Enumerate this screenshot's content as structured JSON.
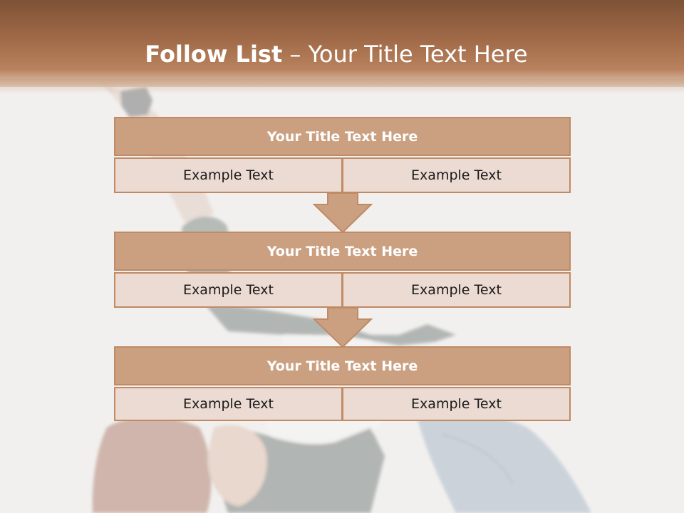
{
  "title": {
    "bold": "Follow List",
    "separator": " – ",
    "rest": "Your Title Text Here"
  },
  "colors": {
    "header": "#a06a48",
    "box_head": "#caa081",
    "box_cell": "#ecdbd3",
    "border": "#c08a64"
  },
  "steps": [
    {
      "title": "Your Title Text Here",
      "left": "Example Text",
      "right": "Example Text"
    },
    {
      "title": "Your Title Text Here",
      "left": "Example Text",
      "right": "Example Text"
    },
    {
      "title": "Your Title Text Here",
      "left": "Example Text",
      "right": "Example Text"
    }
  ],
  "icons": {
    "connector": "arrow-down-icon",
    "background": "dancer-photo"
  }
}
